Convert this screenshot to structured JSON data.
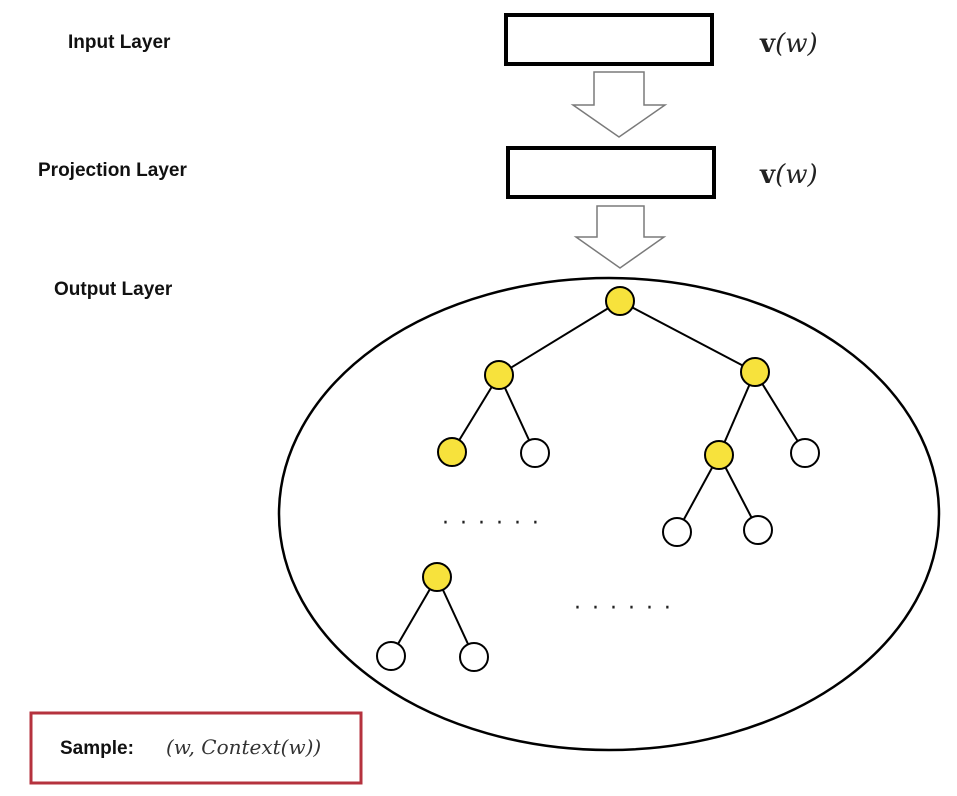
{
  "layers": {
    "input_label": "Input  Layer",
    "projection_label": "Projection  Layer",
    "output_label": "Output Layer"
  },
  "vectors": {
    "input_symbol": "v",
    "input_arg": "(w)",
    "projection_symbol": "v",
    "projection_arg": "(w)"
  },
  "tree": {
    "ellipsis_left": "· · · · · ·",
    "ellipsis_right": "· · · · · ·",
    "colors": {
      "highlighted_node": "#f7e23c",
      "plain_node": "#ffffff",
      "stroke": "#000000"
    }
  },
  "sample": {
    "label": "Sample:",
    "value": "(w, Context(w))",
    "border_color": "#b5323e"
  }
}
